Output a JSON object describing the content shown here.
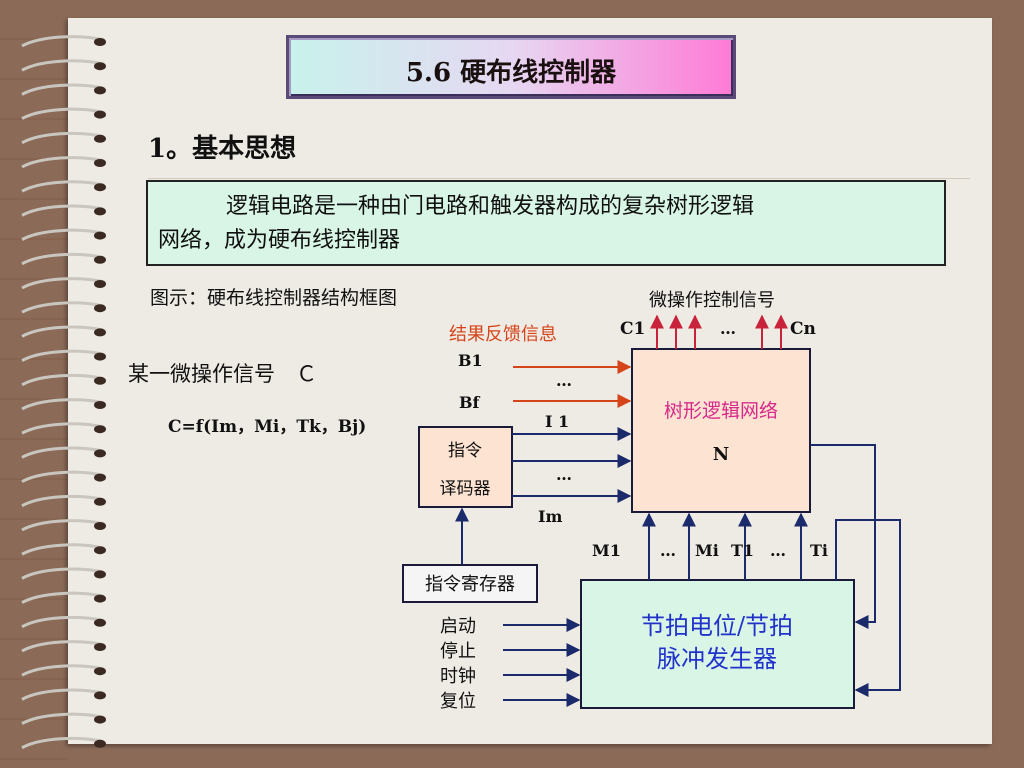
{
  "slide": {
    "title": "5.6  硬布线控制器",
    "heading": "1。基本思想",
    "description_line1": "逻辑电路是一种由门电路和触发器构成的复杂树形逻辑",
    "description_line2": "网络，成为硬布线控制器",
    "figure_caption": "图示：硬布线控制器结构框图",
    "micro_op_label": "某一微操作信号　Ｃ",
    "formula": "C=f(Im，Mi，Tk，Bj)"
  },
  "diagram": {
    "micro_op_control_signals": "微操作控制信号",
    "c1": "C1",
    "cn": "Cn",
    "ellipsis": "…",
    "feedback_label": "结果反馈信息",
    "b1": "B1",
    "bf": "Bf",
    "i1": "I 1",
    "im": "Im",
    "tree_network_label": "树形逻辑网络",
    "tree_network_n": "N",
    "decoder_line1": "指令",
    "decoder_line2": "译码器",
    "instruction_register": "指令寄存器",
    "m1": "M1",
    "mi": "Mi",
    "t1": "T1",
    "ti": "Ti",
    "timing_line1": "节拍电位/节拍",
    "timing_line2": "脉冲发生器",
    "start": "启动",
    "stop": "停止",
    "clock": "时钟",
    "reset": "复位"
  },
  "colors": {
    "feedback": "#d6451a",
    "tree_label": "#d62a8a",
    "timing_label": "#2233cc",
    "arrow": "#1a2a6a",
    "up_arrow": "#c8233a"
  }
}
